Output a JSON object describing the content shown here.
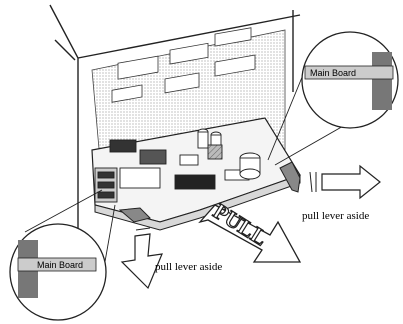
{
  "diagram": {
    "inset_right_label": "Main Board",
    "inset_left_label": "Main Board",
    "pull_label": "PULL",
    "right_lever_caption": "pull lever aside",
    "left_lever_caption": "pull lever aside"
  }
}
